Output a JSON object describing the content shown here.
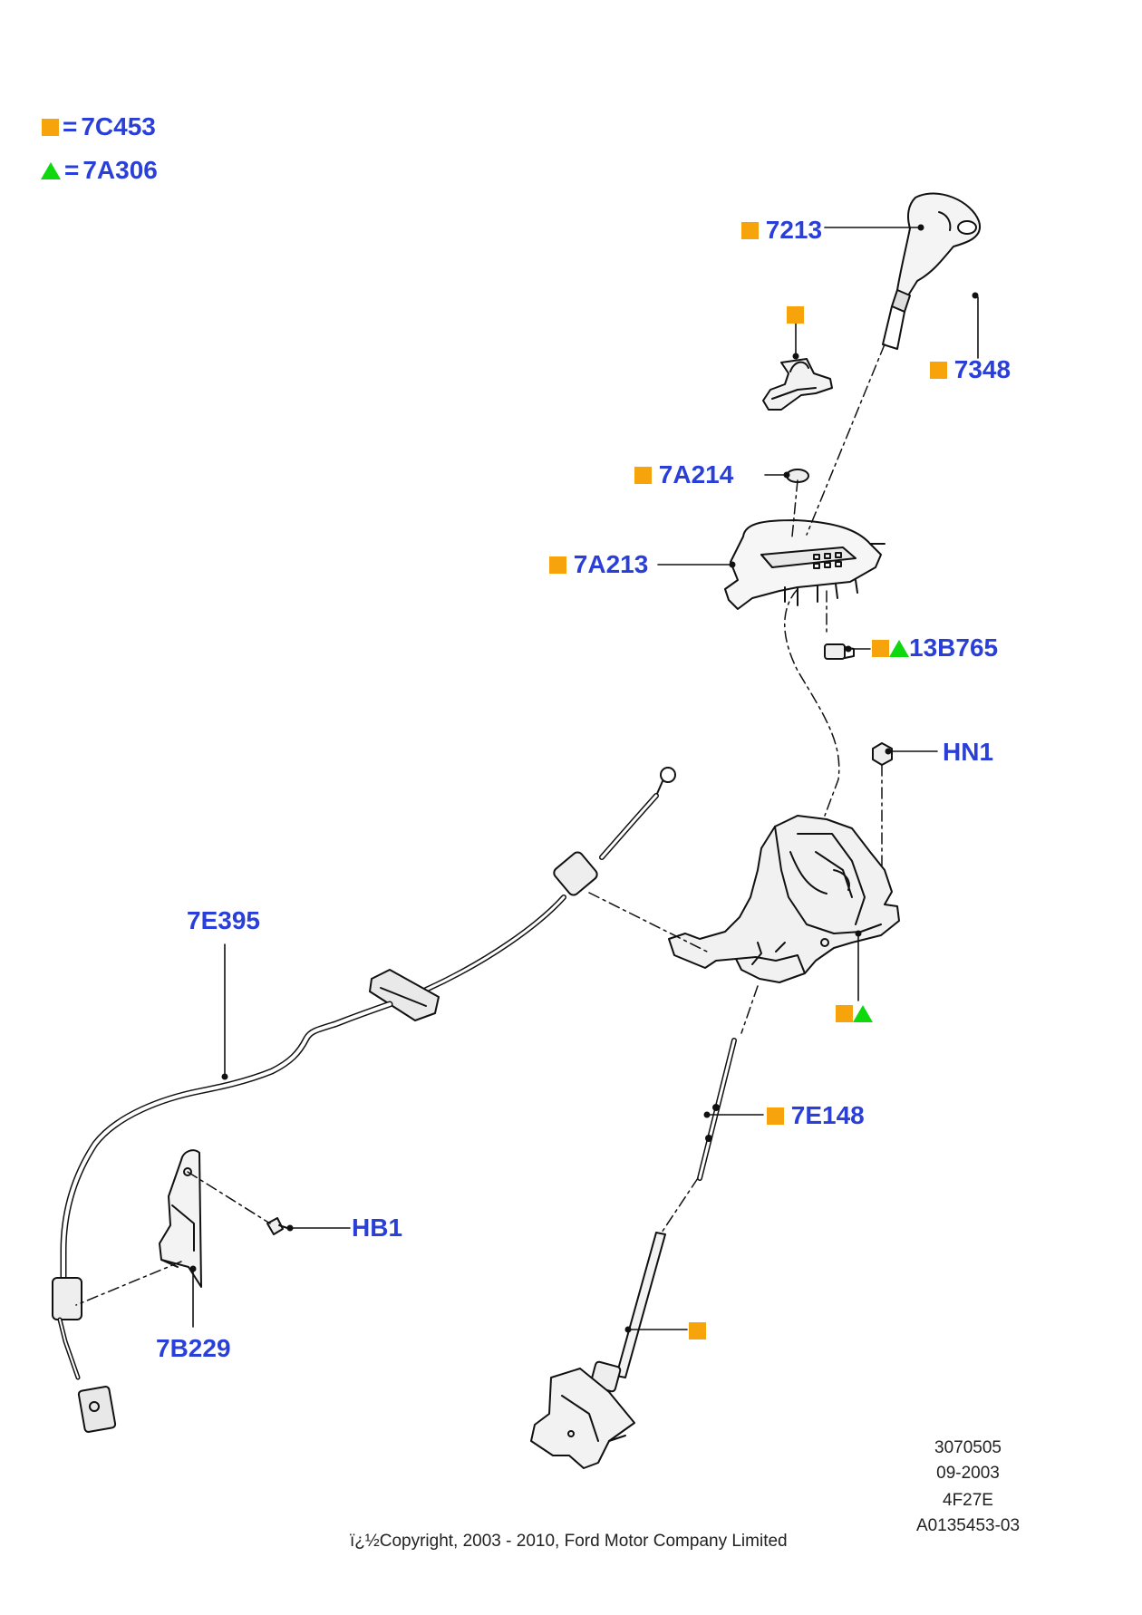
{
  "legend": [
    {
      "symbol": "square",
      "eq": "=",
      "code": "7C453"
    },
    {
      "symbol": "triangle",
      "eq": "=",
      "code": "7A306"
    }
  ],
  "callouts": {
    "knob": "7213",
    "knob_screw": "7348",
    "insert": "7A214",
    "bezel": "7A213",
    "switch": "13B765",
    "nut": "HN1",
    "cable": "7E395",
    "bolt": "HB1",
    "bracket": "7B229",
    "rod": "7E148"
  },
  "colors": {
    "square": "#f7a30c",
    "triangle": "#0fd80f",
    "label": "#2a3fd8"
  },
  "footer": {
    "ref_number": "3070505",
    "date": "09-2003",
    "model": "4F27E",
    "illustration_id": "A0135453-03",
    "copyright": "ï¿½Copyright, 2003 - 2010, Ford Motor Company Limited"
  }
}
